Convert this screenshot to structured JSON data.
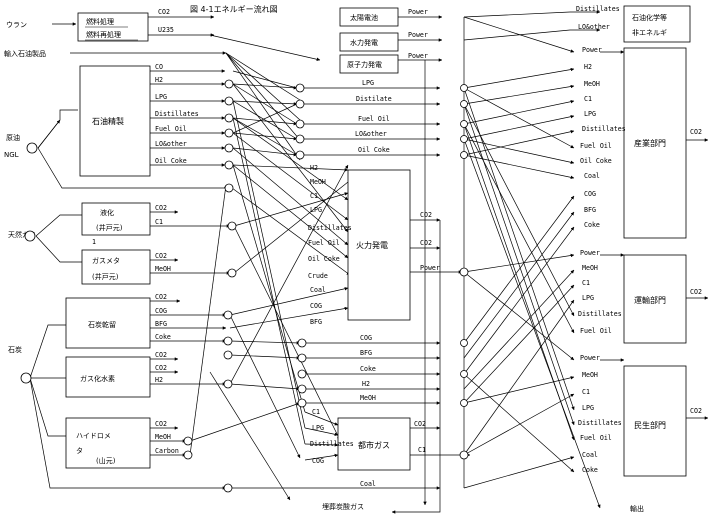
{
  "title": "図 4-1エネルギー流れ図",
  "sources": {
    "uranium": "ウラン",
    "imported_products": "輸入石油製品",
    "crude_ngl_line1": "原油",
    "crude_ngl_line2": "NGL",
    "natural_gas": "天然ガス",
    "coal": "石炭"
  },
  "nuclear_fuel_box": {
    "line1": "燃料処理",
    "line2": "燃料再処理"
  },
  "nuclear_outputs": {
    "co2": "CO2",
    "u235": "U235"
  },
  "primary_power_boxes": {
    "solar": "太陽電池",
    "hydro": "水力発電",
    "nuclear": "原子力発電",
    "output_label": "Power"
  },
  "refinery": {
    "name": "石油精製",
    "outputs": [
      "CO",
      "H2",
      "LPG",
      "Distillates",
      "Fuel Oil",
      "LO&other",
      "Oil Coke"
    ]
  },
  "mid_products": [
    "LPG",
    "Distilate",
    "Fuel Oil",
    "LO&other",
    "Oil Coke"
  ],
  "gas_liquefaction": {
    "line1": "液化",
    "line2": "(井戸元)",
    "outputs": [
      "CO2",
      "C1"
    ],
    "mark": "1"
  },
  "gas_methanol": {
    "line1": "ガスメタ",
    "line2": "(井戸元)",
    "outputs": [
      "CO2",
      "MeOH"
    ]
  },
  "coal_coking": {
    "name": "石炭乾留",
    "outputs": [
      "CO2",
      "COG",
      "BFG",
      "Coke"
    ]
  },
  "coal_gasification": {
    "name": "ガス化水素",
    "outputs": [
      "CO2",
      "CO2",
      "H2"
    ]
  },
  "hydromethanation": {
    "line1": "ハイドロメ",
    "line2": "タ",
    "line3": "(山元)",
    "outputs": [
      "CO2",
      "MeOH",
      "Carbon"
    ]
  },
  "thermal_power": {
    "name": "火力発電",
    "inputs": [
      "H2",
      "MeOH",
      "C1",
      "LPG",
      "Distillates",
      "Fuel Oil",
      "Oil Coke",
      "Crude",
      "Coal",
      "COG",
      "BFG"
    ],
    "outputs": [
      "CO2",
      "CO2",
      "Power"
    ]
  },
  "coal_carriers": [
    "COG",
    "BFG",
    "Coke",
    "H2",
    "MeOH"
  ],
  "city_gas": {
    "name": "都市ガス",
    "inputs": [
      "C1",
      "LPG",
      "Distillates",
      "COG"
    ],
    "outputs": [
      "CO2",
      "C1"
    ]
  },
  "bottom_coal": "Coal",
  "co2_disposal": "埋葬炭酸ガス",
  "petrochem_box": {
    "line1": "石油化学等",
    "line2": "非エネルギ"
  },
  "petrochem_inputs": [
    "Distillates",
    "LO&other"
  ],
  "industry": {
    "name": "産業部門",
    "inputs": [
      "Power",
      "H2",
      "MeOH",
      "C1",
      "LPG",
      "Distillates",
      "Fuel Oil",
      "Oil Coke",
      "Coal",
      "COG",
      "BFG",
      "Coke"
    ],
    "output": "CO2"
  },
  "transport": {
    "name": "運輸部門",
    "inputs": [
      "Power",
      "MeOH",
      "C1",
      "LPG",
      "Distillates",
      "Fuel Oil"
    ],
    "output": "CO2"
  },
  "residential": {
    "name": "民生部門",
    "inputs": [
      "Power",
      "MeOH",
      "C1",
      "LPG",
      "Distillates",
      "Fuel Oil",
      "Coal",
      "Coke"
    ],
    "output": "CO2"
  },
  "export_label": "輸出"
}
